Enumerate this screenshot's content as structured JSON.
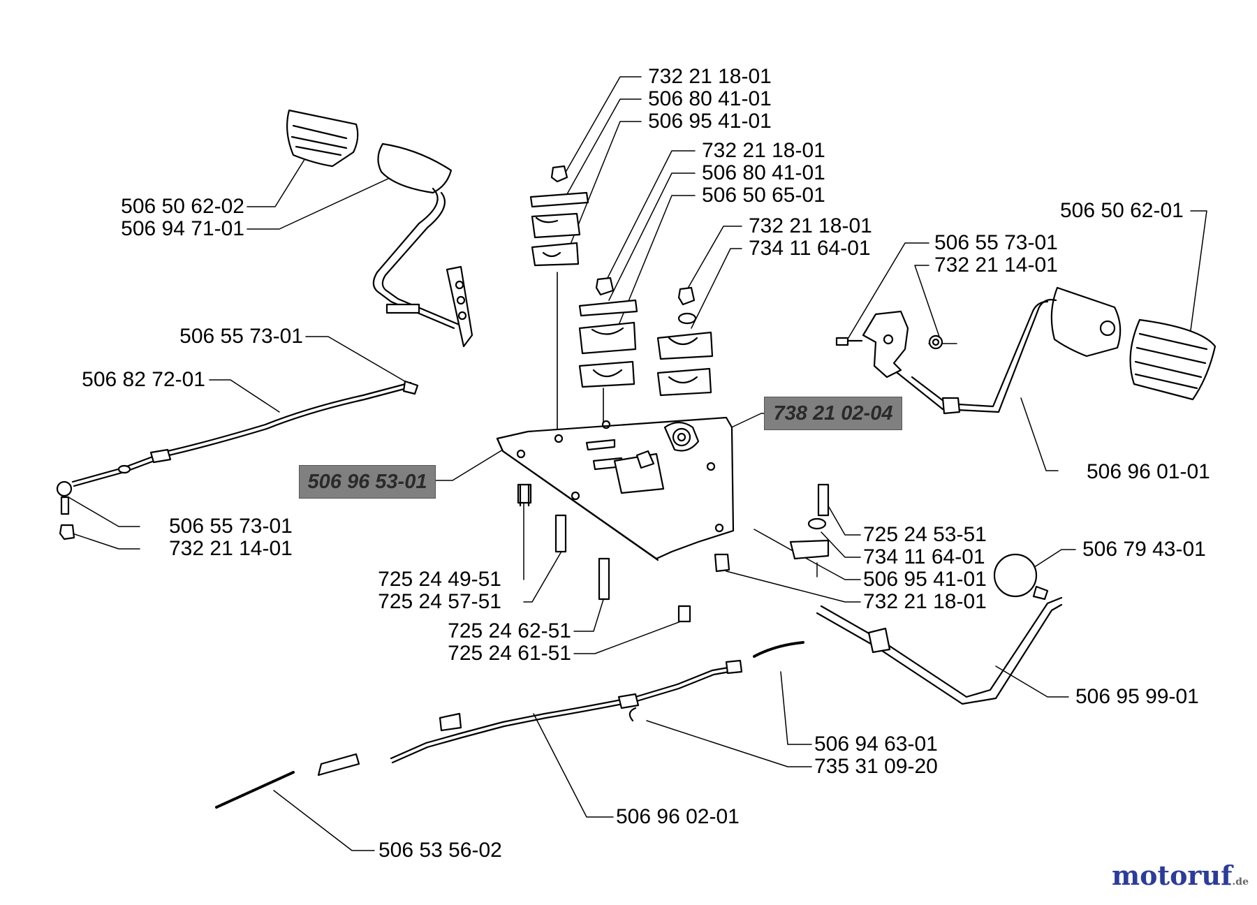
{
  "parts": {
    "p1": "732 21 18-01",
    "p2": "506 80 41-01",
    "p3": "506 95 41-01",
    "p4": "732 21 18-01",
    "p5": "506 80 41-01",
    "p6": "506 50 65-01",
    "p7": "732 21 18-01",
    "p8": "734 11 64-01",
    "p9": "506 50 62-02",
    "p10": "506 94 71-01",
    "p11": "506 50 62-01",
    "p12": "506 55 73-01",
    "p13": "732 21 14-01",
    "p14": "506 55 73-01",
    "p15": "506 82 72-01",
    "p16": "738 21 02-04",
    "p17": "506 96 53-01",
    "p18": "506 96 01-01",
    "p19": "506 55 73-01",
    "p20": "732 21 14-01",
    "p21": "725 24 53-51",
    "p22": "734 11 64-01",
    "p23": "506 95 41-01",
    "p24": "732 21 18-01",
    "p25": "506 79 43-01",
    "p26": "725 24 49-51",
    "p27": "725 24 57-51",
    "p28": "725 24 62-51",
    "p29": "725 24 61-51",
    "p30": "506 95 99-01",
    "p31": "506 94 63-01",
    "p32": "735 31 09-20",
    "p33": "506 96 02-01",
    "p34": "506 53 56-02"
  },
  "watermark": {
    "brand": "motoruf",
    "tld": ".de",
    "color": "#2c3c9a"
  }
}
